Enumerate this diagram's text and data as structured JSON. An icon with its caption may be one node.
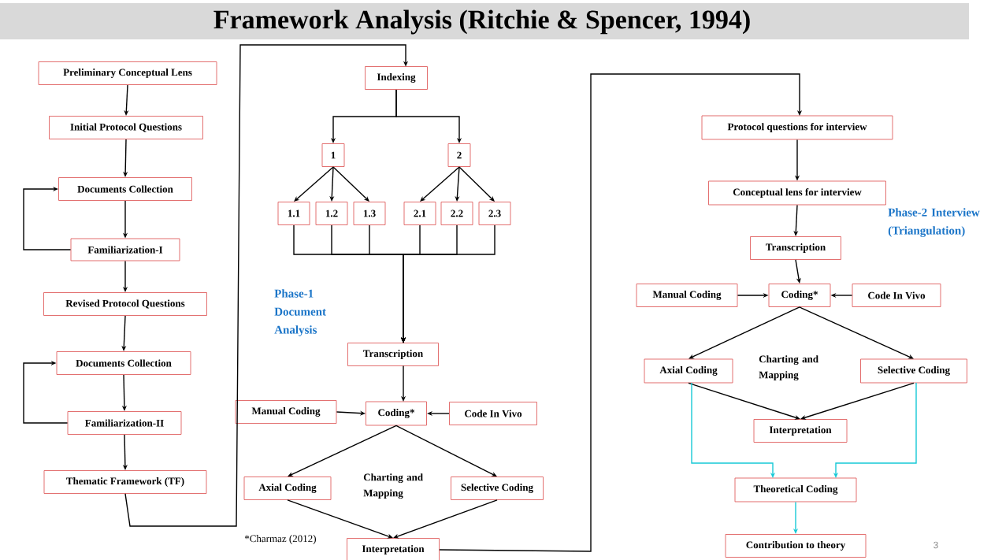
{
  "diagram": {
    "title": "Framework Analysis (Ritchie & Spencer, 1994)",
    "nodes": [
      {
        "text": [
          "Preliminary Conceptual Lens"
        ]
      },
      {
        "text": [
          "Initial Protocol Questions"
        ]
      },
      {
        "text": [
          "Documents Collection"
        ]
      },
      {
        "text": [
          "Familiarization-I"
        ]
      },
      {
        "text": [
          "Revised Protocol Questions"
        ]
      },
      {
        "text": [
          "Documents Collection"
        ]
      },
      {
        "text": [
          "Familiarization-II"
        ]
      },
      {
        "text": [
          "Thematic Framework (TF)"
        ]
      },
      {
        "text": [
          "Indexing"
        ]
      },
      {
        "text": [
          "1"
        ]
      },
      {
        "text": [
          "2"
        ]
      },
      {
        "text": [
          "1.1"
        ]
      },
      {
        "text": [
          "1.2"
        ]
      },
      {
        "text": [
          "1.3"
        ]
      },
      {
        "text": [
          "2.1"
        ]
      },
      {
        "text": [
          "2.2"
        ]
      },
      {
        "text": [
          "2.3"
        ]
      },
      {
        "text": [
          "Transcription"
        ]
      },
      {
        "text": [
          "Manual Coding"
        ]
      },
      {
        "text": [
          "Coding*"
        ]
      },
      {
        "text": [
          "Code In Vivo"
        ]
      },
      {
        "text": [
          "Axial Coding"
        ]
      },
      {
        "text": [
          "Selective Coding"
        ]
      },
      {
        "text": [
          "Interpretation"
        ]
      },
      {
        "text": [
          "Protocol questions for interview"
        ]
      },
      {
        "text": [
          "Conceptual lens for interview"
        ]
      },
      {
        "text": [
          "Transcription"
        ]
      },
      {
        "text": [
          "Manual Coding"
        ]
      },
      {
        "text": [
          "Coding*"
        ]
      },
      {
        "text": [
          "Code In Vivo"
        ]
      },
      {
        "text": [
          "Axial Coding"
        ]
      },
      {
        "text": [
          "Selective Coding"
        ]
      },
      {
        "text": [
          "Interpretation"
        ]
      },
      {
        "text": [
          "Theoretical Coding"
        ]
      },
      {
        "text": [
          "Contribution to theory"
        ]
      }
    ],
    "edges": [
      {
        "from": 0,
        "to": 1,
        "arrow": "to"
      },
      {
        "from": 1,
        "to": 2,
        "arrow": "to"
      },
      {
        "from": 2,
        "to": 3,
        "arrow": "to"
      },
      {
        "from": 3,
        "to": 2,
        "arrow": "to"
      },
      {
        "from": 3,
        "to": 4,
        "arrow": "to"
      },
      {
        "from": 4,
        "to": 5,
        "arrow": "to"
      },
      {
        "from": 5,
        "to": 6,
        "arrow": "to"
      },
      {
        "from": 6,
        "to": 5,
        "arrow": "to"
      },
      {
        "from": 6,
        "to": 7,
        "arrow": "to"
      },
      {
        "from": 7,
        "to": 8,
        "arrow": "to"
      },
      {
        "from": 8,
        "to": 9,
        "arrow": "to"
      },
      {
        "from": 8,
        "to": 10,
        "arrow": "to"
      },
      {
        "from": 9,
        "to": 11,
        "arrow": "to"
      },
      {
        "from": 9,
        "to": 12,
        "arrow": "to"
      },
      {
        "from": 9,
        "to": 13,
        "arrow": "to"
      },
      {
        "from": 10,
        "to": 14,
        "arrow": "to"
      },
      {
        "from": 10,
        "to": 15,
        "arrow": "to"
      },
      {
        "from": 10,
        "to": 16,
        "arrow": "to"
      },
      {
        "from": 11,
        "to": 17,
        "arrow": "to"
      },
      {
        "from": 12,
        "to": 17,
        "arrow": "to"
      },
      {
        "from": 13,
        "to": 17,
        "arrow": "to"
      },
      {
        "from": 14,
        "to": 17,
        "arrow": "to"
      },
      {
        "from": 15,
        "to": 17,
        "arrow": "to"
      },
      {
        "from": 16,
        "to": 17,
        "arrow": "to"
      },
      {
        "from": 17,
        "to": 19,
        "arrow": "to"
      },
      {
        "from": 18,
        "to": 19,
        "arrow": "to"
      },
      {
        "from": 20,
        "to": 19,
        "arrow": "to"
      },
      {
        "from": 19,
        "to": 21,
        "arrow": "to"
      },
      {
        "from": 19,
        "to": 22,
        "arrow": "to"
      },
      {
        "from": 21,
        "to": 23,
        "arrow": "to"
      },
      {
        "from": 22,
        "to": 23,
        "arrow": "to"
      },
      {
        "from": 23,
        "to": 24,
        "arrow": "to"
      },
      {
        "from": 24,
        "to": 25,
        "arrow": "to"
      },
      {
        "from": 25,
        "to": 26,
        "arrow": "to"
      },
      {
        "from": 26,
        "to": 28,
        "arrow": "to"
      },
      {
        "from": 27,
        "to": 28,
        "arrow": "to"
      },
      {
        "from": 29,
        "to": 28,
        "arrow": "to"
      },
      {
        "from": 28,
        "to": 30,
        "arrow": "to"
      },
      {
        "from": 28,
        "to": 31,
        "arrow": "to"
      },
      {
        "from": 30,
        "to": 32,
        "arrow": "to"
      },
      {
        "from": 31,
        "to": 32,
        "arrow": "to"
      },
      {
        "from": 30,
        "to": 33,
        "arrow": "to",
        "color": "#17c9d6"
      },
      {
        "from": 31,
        "to": 33,
        "arrow": "to",
        "color": "#17c9d6"
      },
      {
        "from": 33,
        "to": 34,
        "arrow": "to",
        "color": "#17c9d6"
      }
    ],
    "labels": [
      "Phase-1 Document Analysis",
      "Charting and Mapping",
      "*Charmaz (2012)",
      "Phase-2 Interview (Triangulation)",
      "Charting and Mapping",
      "3"
    ]
  }
}
